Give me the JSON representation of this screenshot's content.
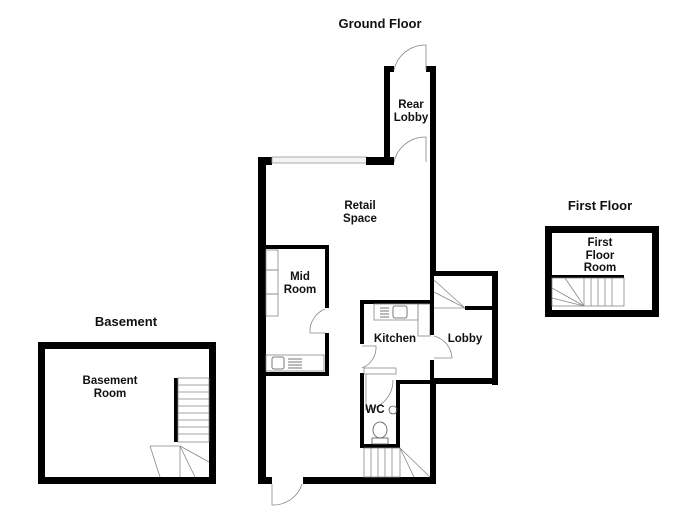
{
  "floors": {
    "ground": {
      "title": "Ground Floor",
      "rooms": {
        "rear_lobby": "Rear\nLobby",
        "retail_space": "Retail\nSpace",
        "mid_room": "Mid\nRoom",
        "kitchen": "Kitchen",
        "lobby": "Lobby",
        "wc": "WC"
      }
    },
    "first": {
      "title": "First Floor",
      "rooms": {
        "first_floor_room": "First\nFloor\nRoom"
      }
    },
    "basement": {
      "title": "Basement",
      "rooms": {
        "basement_room": "Basement\nRoom"
      }
    }
  },
  "colors": {
    "wall": "#000000",
    "fixture_line": "#888888",
    "background": "#ffffff"
  }
}
